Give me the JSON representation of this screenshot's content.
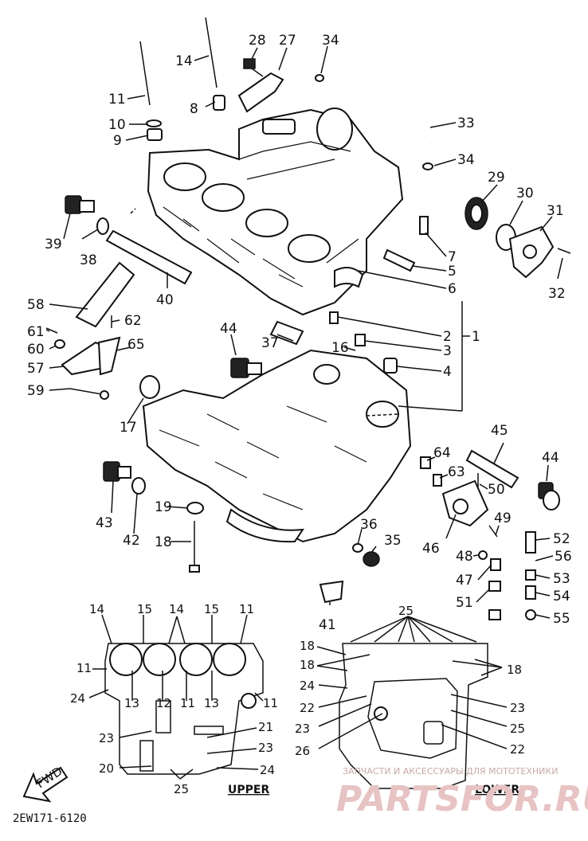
{
  "labels": {
    "p1": "1",
    "p2": "2",
    "p3": "3",
    "p4": "4",
    "p5": "5",
    "p6": "6",
    "p7": "7",
    "p8": "8",
    "p9": "9",
    "p10": "10",
    "p11": "11",
    "p14": "14",
    "p16": "16",
    "p17": "17",
    "p18": "18",
    "p19": "19",
    "p27": "27",
    "p28": "28",
    "p29": "29",
    "p30": "30",
    "p31": "31",
    "p32": "32",
    "p33": "33",
    "p34a": "34",
    "p34b": "34",
    "p35": "35",
    "p36": "36",
    "p37": "37",
    "p38": "38",
    "p39": "39",
    "p40": "40",
    "p41": "41",
    "p42": "42",
    "p43": "43",
    "p44a": "44",
    "p44b": "44",
    "p45": "45",
    "p46": "46",
    "p47": "47",
    "p48": "48",
    "p49": "49",
    "p50": "50",
    "p51": "51",
    "p52": "52",
    "p53": "53",
    "p54": "54",
    "p55": "55",
    "p56": "56",
    "p57": "57",
    "p58": "58",
    "p59": "59",
    "p60": "60",
    "p61": "61",
    "p62": "62",
    "p63": "63",
    "p64": "64",
    "p65": "65"
  },
  "upper": {
    "caption": "UPPER",
    "labels": {
      "u14a": "14",
      "u15a": "15",
      "u14b": "14",
      "u15b": "15",
      "u11a": "11",
      "u11b": "11",
      "u24": "24",
      "u13a": "13",
      "u12": "12",
      "u11c": "11",
      "u13b": "13",
      "u11d": "11",
      "u23": "23",
      "u21": "21",
      "u23b": "23",
      "u20": "20",
      "u24b": "24",
      "u25": "25"
    }
  },
  "lower": {
    "caption": "LOWER",
    "labels": {
      "l25a": "25",
      "l18a": "18",
      "l18b": "18",
      "l18c": "18",
      "l24": "24",
      "l22a": "22",
      "l23a": "23",
      "l26": "26",
      "l23b": "23",
      "l25b": "25",
      "l22b": "22"
    }
  },
  "fwd": "FWD",
  "part_number": "2EW171-6120",
  "watermark": {
    "small": "ЗАПЧАСТИ И АКСЕССУАРЫ ДЛЯ МОТОТЕХНИКИ",
    "large": "PARTSFOR.RU"
  }
}
